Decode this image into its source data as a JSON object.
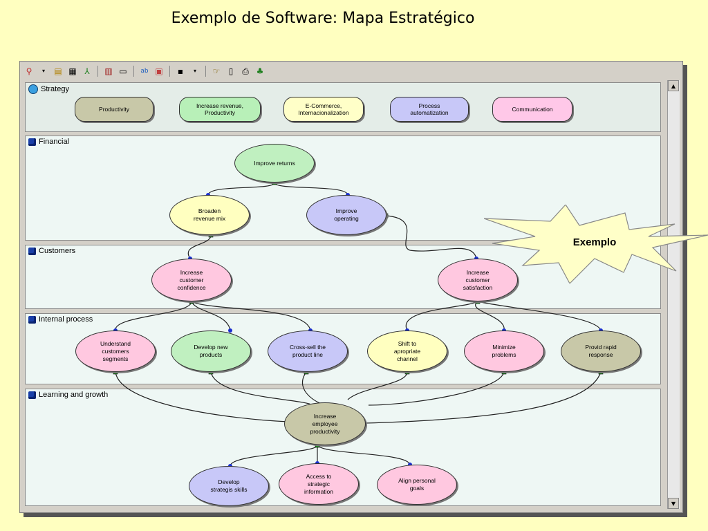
{
  "slide": {
    "title": "Exemplo de Software: Mapa Estratégico"
  },
  "toolbar": {
    "icons": [
      "org-chart-icon",
      "layout-icon",
      "grid-icon",
      "flow-icon",
      "calendar-icon",
      "table-icon",
      "text-color-icon",
      "layer-icon",
      "save-icon",
      "export-icon",
      "open-icon",
      "print-icon",
      "tree-icon"
    ]
  },
  "bands": [
    {
      "id": "strategy",
      "title": "Strategy",
      "icon": "globe-icon"
    },
    {
      "id": "financial",
      "title": "Financial",
      "icon": "cube-icon"
    },
    {
      "id": "customers",
      "title": "Customers",
      "icon": "cube-icon"
    },
    {
      "id": "internal",
      "title": "Internal process",
      "icon": "cube-icon"
    },
    {
      "id": "learning",
      "title": "Learning and growth",
      "icon": "cube-icon"
    }
  ],
  "strategy_pills": [
    {
      "label": "Productivity",
      "color": "#c8c8a8"
    },
    {
      "label": "Increase revenue,\nProductivity",
      "color": "#b8f0b8"
    },
    {
      "label": "E-Commerce,\nInternacionalization",
      "color": "#ffffc8"
    },
    {
      "label": "Process\nautomatization",
      "color": "#c8c8f8"
    },
    {
      "label": "Communication",
      "color": "#ffc8e8"
    }
  ],
  "nodes": {
    "improve_returns": {
      "label": "Improve returns",
      "color": "#c0f0c0"
    },
    "broaden": {
      "label": "Broaden\nrevenue mix",
      "color": "#ffffc0"
    },
    "improve_operating": {
      "label": "Improve\noperating",
      "color": "#c8c8f8"
    },
    "increase_confidence": {
      "label": "Increase\ncustomer\nconfidence",
      "color": "#ffc8e0"
    },
    "increase_satisfaction": {
      "label": "Increase\ncustomer\nsatisfaction",
      "color": "#ffc8e0"
    },
    "understand_segments": {
      "label": "Understand\ncustomers\nsegments",
      "color": "#ffc8e0"
    },
    "develop_products": {
      "label": "Develop new\nproducts",
      "color": "#c0f0c0"
    },
    "cross_sell": {
      "label": "Cross-sell the\nproduct line",
      "color": "#c8c8f8"
    },
    "shift_channel": {
      "label": "Shift to\napropriate\nchannel",
      "color": "#ffffc0"
    },
    "minimize_problems": {
      "label": "Minimize\nproblems",
      "color": "#ffc8e0"
    },
    "rapid_response": {
      "label": "Provid rapid\nresponse",
      "color": "#c8c8a8"
    },
    "employee_productivity": {
      "label": "Increase\nemployee\nproductivity",
      "color": "#c8c8a8"
    },
    "strategic_skills": {
      "label": "Develop\nstrategis skills",
      "color": "#c8c8f8"
    },
    "strategic_info": {
      "label": "Access to\nstrategic\ninformation",
      "color": "#ffc8e0"
    },
    "personal_goals": {
      "label": "Align personal\ngoals",
      "color": "#ffc8e0"
    }
  },
  "callout": {
    "label": "Exemplo",
    "fill": "#ffffc8"
  },
  "colors": {
    "link": "#222222",
    "dot_in": "#1a2fd0",
    "dot_out": "#1a8a1a"
  }
}
